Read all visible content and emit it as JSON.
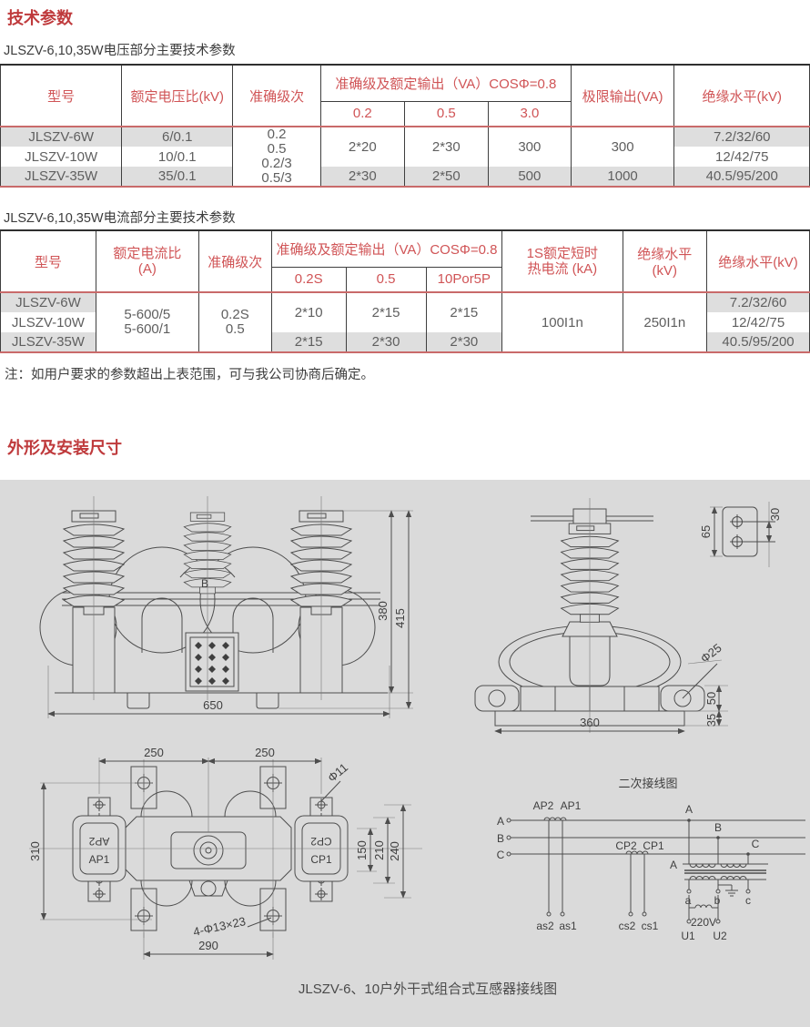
{
  "colors": {
    "accent": "#bf3a3c",
    "table_red_line": "#c96a6a",
    "table_dark_line": "#3f3f3f",
    "row_shade": "#dedede",
    "panel_bg": "#dadada"
  },
  "sections": {
    "tech": "技术参数",
    "outline": "外形及安装尺寸"
  },
  "note": "注：如用户要求的参数超出上表范围，可与我公司协商后确定。",
  "drawing_caption": "JLSZV-6、10户外干式组合式互感器接线图",
  "voltage_table": {
    "caption": "JLSZV-6,10,35W电压部分主要技术参数",
    "headers": {
      "model": "型号",
      "ratio": "额定电压比(kV)",
      "accuracy": "准确级次",
      "output_group": "准确级及额定输出（VA）COSΦ=0.8",
      "sub": [
        "0.2",
        "0.5",
        "3.0"
      ],
      "limit": "极限输出(VA)",
      "insulation": "绝缘水平(kV)"
    },
    "accuracy_cell": "0.2\n0.5\n0.2/3\n0.5/3",
    "span12": {
      "out02": "2*20",
      "out05": "2*30",
      "out30": "300",
      "limit": "300"
    },
    "rows": [
      {
        "model": "JLSZV-6W",
        "ratio": "6/0.1",
        "insulation": "7.2/32/60"
      },
      {
        "model": "JLSZV-10W",
        "ratio": "10/0.1",
        "insulation": "12/42/75"
      },
      {
        "model": "JLSZV-35W",
        "ratio": "35/0.1",
        "out02": "2*30",
        "out05": "2*50",
        "out30": "500",
        "limit": "1000",
        "insulation": "40.5/95/200"
      }
    ]
  },
  "current_table": {
    "caption": "JLSZV-6,10,35W电流部分主要技术参数",
    "headers": {
      "model": "型号",
      "ratio": "额定电流比\n(A)",
      "accuracy": "准确级次",
      "output_group": "准确级及额定输出（VA）COSΦ=0.8",
      "sub": [
        "0.2S",
        "0.5",
        "10Por5P"
      ],
      "thermal": "1S额定短时\n热电流 (kA)",
      "insulation1": "绝缘水平(kV)",
      "insulation2": "绝缘水平(kV)"
    },
    "ratio_cell": "5-600/5\n5-600/1",
    "accuracy_cell": "0.2S\n0.5",
    "span12": {
      "out1": "2*10",
      "out2": "2*15",
      "out3": "2*15"
    },
    "span13": {
      "thermal": "100I1n",
      "insulation1": "250I1n"
    },
    "rows": [
      {
        "model": "JLSZV-6W",
        "insulation2": "7.2/32/60"
      },
      {
        "model": "JLSZV-10W",
        "insulation2": "12/42/75"
      },
      {
        "model": "JLSZV-35W",
        "out1": "2*15",
        "out2": "2*30",
        "out3": "2*30",
        "insulation2": "40.5/95/200"
      }
    ]
  },
  "front_view": {
    "b_label": "B",
    "dim_width": "650",
    "dim_h1": "380",
    "dim_h2": "415"
  },
  "side_view": {
    "dim_width": "360",
    "dim_hole": "Φ25",
    "dim_50": "50",
    "dim_35": "35",
    "dim_65": "65",
    "dim_30": "30"
  },
  "plan_view": {
    "dim_t1": "250",
    "dim_t2": "250",
    "dim_left": "310",
    "dim_hole": "Φ11",
    "dim_r1": "150",
    "dim_r2": "210",
    "dim_r3": "240",
    "dim_slot": "4-Φ13×23",
    "dim_bottom": "290",
    "ap2": "AP2",
    "ap1": "AP1",
    "cp2": "CP2",
    "cp1": "CP1"
  },
  "wiring": {
    "title": "二次接线图",
    "pa": "A",
    "pb": "B",
    "pc": "C",
    "ap2": "AP2",
    "ap1": "AP1",
    "cp2": "CP2",
    "cp1": "CP1",
    "as2": "as2",
    "as1": "as1",
    "cs2": "cs2",
    "cs1": "cs1",
    "ra": "A",
    "rb": "B",
    "rc": "C",
    "ta": "A",
    "a": "a",
    "b": "b",
    "c": "c",
    "v": "220V",
    "u1": "U1",
    "u2": "U2"
  }
}
